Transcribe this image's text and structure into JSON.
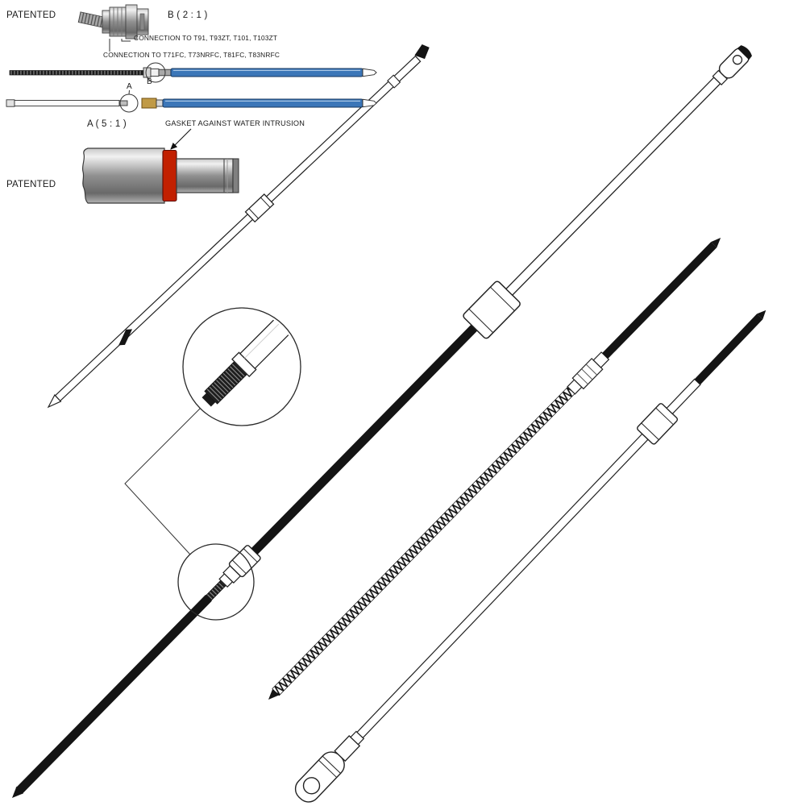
{
  "labels": {
    "patented_top": "PATENTED",
    "patented_left": "PATENTED",
    "detail_b_scale": "B ( 2 : 1 )",
    "detail_a_scale": "A ( 5 : 1 )",
    "connection_row1": "CONNECTION TO T91, T93ZT, T101, T103ZT",
    "connection_row2": "CONNECTION TO T71FC, T73NRFC, T81FC, T83NRFC",
    "gasket_note": "GASKET AGAINST WATER INTRUSION",
    "detail_marker_a": "A",
    "detail_marker_b": "B"
  },
  "colors": {
    "line": "#1a1a1a",
    "cable_black": "#141414",
    "tube_blue": "#3b76b8",
    "tube_blue_dark": "#16365c",
    "gasket_red": "#c22000",
    "brass": "#c09a46",
    "metal_gray": "#9a9a9a"
  }
}
